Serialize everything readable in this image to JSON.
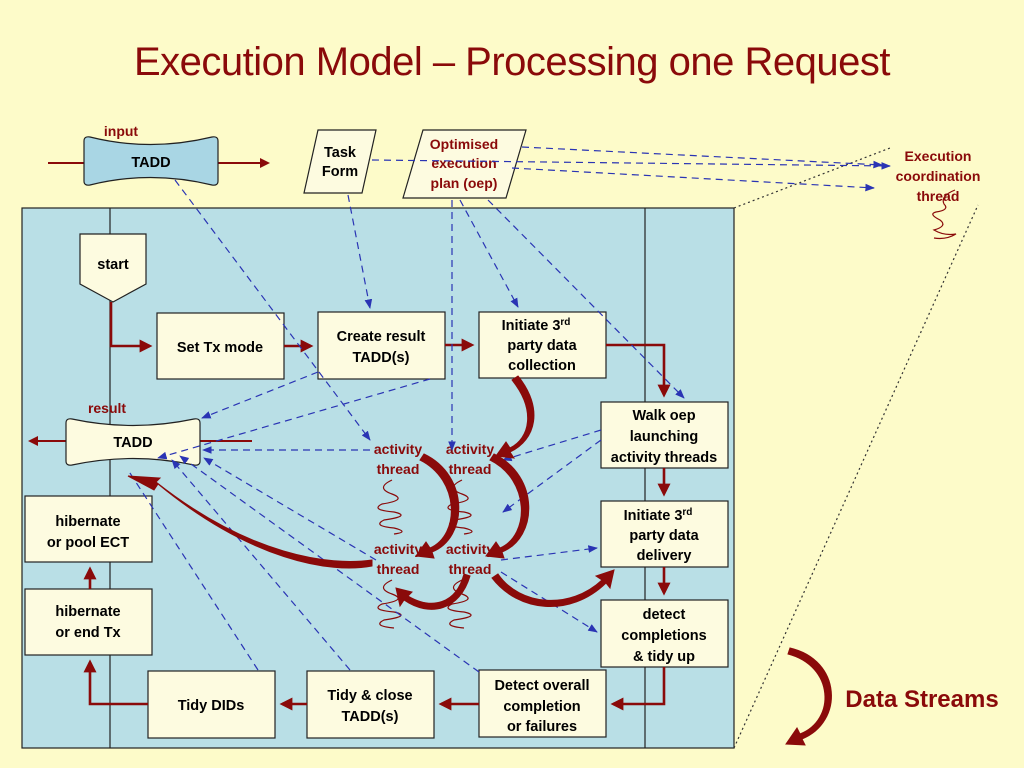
{
  "title": "Execution Model – Processing one Request",
  "input_label": "input",
  "input_stream": "TADD",
  "task_form": [
    "Task",
    "Form"
  ],
  "oep": [
    "Optimised",
    "execution",
    "plan (oep)"
  ],
  "coordination_thread": [
    "Execution",
    "coordination",
    "thread"
  ],
  "start": "start",
  "set_tx_mode": "Set Tx mode",
  "create_result": [
    "Create result",
    "TADD(s)"
  ],
  "initiate_collection": [
    "Initiate 3",
    "rd",
    "party data",
    "collection"
  ],
  "walk_oep": [
    "Walk oep",
    "launching",
    "activity threads"
  ],
  "result_label": "result",
  "result_stream": "TADD",
  "activity_thread": [
    "activity",
    "thread"
  ],
  "hibernate_pool": [
    "hibernate",
    "or pool ECT"
  ],
  "hibernate_end": [
    "hibernate",
    "or end Tx"
  ],
  "initiate_delivery": [
    "Initiate 3",
    "rd",
    "party data",
    "delivery"
  ],
  "detect_completions": [
    "detect",
    "completions",
    "& tidy up"
  ],
  "tidy_dids": "Tidy DIDs",
  "tidy_close": [
    "Tidy & close",
    "TADD(s)"
  ],
  "detect_overall": [
    "Detect overall",
    "completion",
    "or failures"
  ],
  "legend_data_streams": "Data Streams",
  "colors": {
    "background": "#fdfbc9",
    "panel": "#b9dfe6",
    "accent": "#8a0a0a",
    "dashed": "#2a34b4"
  }
}
